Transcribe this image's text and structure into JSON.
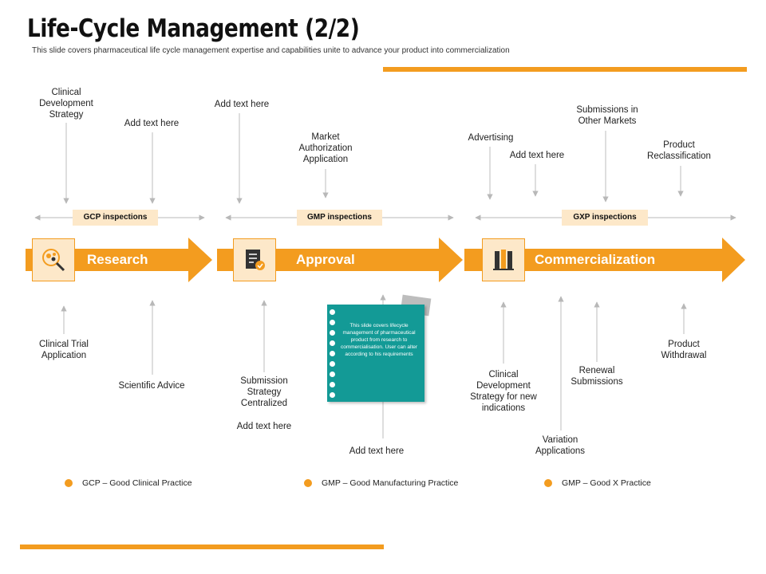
{
  "title": "Life-Cycle Management (2/2)",
  "subtitle": "This slide covers pharmaceutical life cycle management expertise and capabilities unite to advance your product into commercialization",
  "stages": [
    {
      "label": "Research",
      "icon": "research-gears-icon"
    },
    {
      "label": "Approval",
      "icon": "approval-checklist-icon"
    },
    {
      "label": "Commercialization",
      "icon": "commercialization-building-icon"
    }
  ],
  "inspections": [
    "GCP inspections",
    "GMP inspections",
    "GXP inspections"
  ],
  "top_labels": {
    "clinical_dev_strategy": [
      "Clinical",
      "Development",
      "Strategy"
    ],
    "add_text_1": "Add text here",
    "add_text_2": "Add text here",
    "market_auth": [
      "Market",
      "Authorization",
      "Application"
    ],
    "advertising": "Advertising",
    "add_text_3": "Add text here",
    "submissions_other": [
      "Submissions in",
      "Other Markets"
    ],
    "product_reclass": [
      "Product",
      "Reclassification"
    ]
  },
  "bottom_labels": {
    "clinical_trial": [
      "Clinical Trial",
      "Application"
    ],
    "scientific_advice": "Scientific Advice",
    "submission_strategy": [
      "Submission",
      "Strategy",
      "Centralized"
    ],
    "add_text_4": "Add text here",
    "add_text_5": "Add text here",
    "clinical_dev_new": [
      "Clinical",
      "Development",
      "Strategy for new",
      "indications"
    ],
    "variation": [
      "Variation",
      "Applications"
    ],
    "renewal": [
      "Renewal",
      "Submissions"
    ],
    "withdrawal": [
      "Product",
      "Withdrawal"
    ]
  },
  "note_text": "This slide covers lifecycle management of pharmaceutical product from research to commercialisation. User can alter according to his requirements",
  "legend": [
    "GCP – Good Clinical Practice",
    "GMP – Good Manufacturing Practice",
    "GMP – Good X Practice"
  ],
  "colors": {
    "accent": "#f39c1f",
    "note": "#139a96",
    "inspection_bg": "#fde8c9",
    "line": "#c8c8c8"
  }
}
